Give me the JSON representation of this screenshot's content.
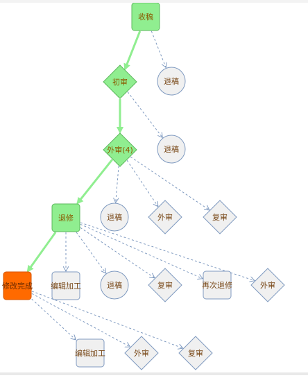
{
  "diagram": {
    "colors": {
      "active_fill": "#90ee90",
      "active_stroke": "#5cb85c",
      "active_text": "#8a5a00",
      "current_fill": "#ff6a00",
      "current_stroke": "#d45500",
      "current_text": "#6b2a00",
      "pending_fill": "#f0f0f0",
      "pending_stroke": "#7f9ac0",
      "pending_text": "#7a4a1a",
      "edge_done": "#90ee90",
      "edge_pending": "#7f9ac0"
    },
    "nodes": [
      {
        "id": "n1",
        "label": "收稿",
        "shape": "rect",
        "state": "done"
      },
      {
        "id": "n2",
        "label": "退稿",
        "shape": "circle",
        "state": "pending"
      },
      {
        "id": "n3",
        "label": "初审",
        "shape": "diamond",
        "state": "done"
      },
      {
        "id": "n4",
        "label": "退稿",
        "shape": "circle",
        "state": "pending"
      },
      {
        "id": "n5",
        "label": "外审(4)",
        "shape": "diamond",
        "state": "done"
      },
      {
        "id": "n6",
        "label": "退稿",
        "shape": "circle",
        "state": "pending"
      },
      {
        "id": "n7",
        "label": "外审",
        "shape": "diamond",
        "state": "pending"
      },
      {
        "id": "n8",
        "label": "复审",
        "shape": "diamond",
        "state": "pending"
      },
      {
        "id": "n9",
        "label": "退修",
        "shape": "rect",
        "state": "done"
      },
      {
        "id": "n10",
        "label": "修改完成",
        "shape": "rect",
        "state": "current"
      },
      {
        "id": "n11",
        "label": "编辑加工",
        "shape": "rect",
        "state": "pending"
      },
      {
        "id": "n12",
        "label": "退稿",
        "shape": "circle",
        "state": "pending"
      },
      {
        "id": "n13",
        "label": "复审",
        "shape": "diamond",
        "state": "pending"
      },
      {
        "id": "n14",
        "label": "再次退修",
        "shape": "rect",
        "state": "pending"
      },
      {
        "id": "n15",
        "label": "外审",
        "shape": "diamond",
        "state": "pending"
      },
      {
        "id": "n16",
        "label": "编辑加工",
        "shape": "rect",
        "state": "pending"
      },
      {
        "id": "n17",
        "label": "外审",
        "shape": "diamond",
        "state": "pending"
      },
      {
        "id": "n18",
        "label": "复审",
        "shape": "diamond",
        "state": "pending"
      }
    ],
    "edges": [
      {
        "from": "n1",
        "to": "n3",
        "state": "done"
      },
      {
        "from": "n1",
        "to": "n2",
        "state": "pending"
      },
      {
        "from": "n3",
        "to": "n5",
        "state": "done"
      },
      {
        "from": "n3",
        "to": "n4",
        "state": "pending"
      },
      {
        "from": "n5",
        "to": "n9",
        "state": "done"
      },
      {
        "from": "n5",
        "to": "n6",
        "state": "pending"
      },
      {
        "from": "n5",
        "to": "n7",
        "state": "pending"
      },
      {
        "from": "n5",
        "to": "n8",
        "state": "pending"
      },
      {
        "from": "n9",
        "to": "n10",
        "state": "done"
      },
      {
        "from": "n9",
        "to": "n11",
        "state": "pending"
      },
      {
        "from": "n9",
        "to": "n12",
        "state": "pending"
      },
      {
        "from": "n9",
        "to": "n13",
        "state": "pending"
      },
      {
        "from": "n9",
        "to": "n14",
        "state": "pending"
      },
      {
        "from": "n9",
        "to": "n15",
        "state": "pending"
      },
      {
        "from": "n10",
        "to": "n16",
        "state": "pending"
      },
      {
        "from": "n10",
        "to": "n17",
        "state": "pending"
      },
      {
        "from": "n10",
        "to": "n18",
        "state": "pending"
      }
    ]
  }
}
